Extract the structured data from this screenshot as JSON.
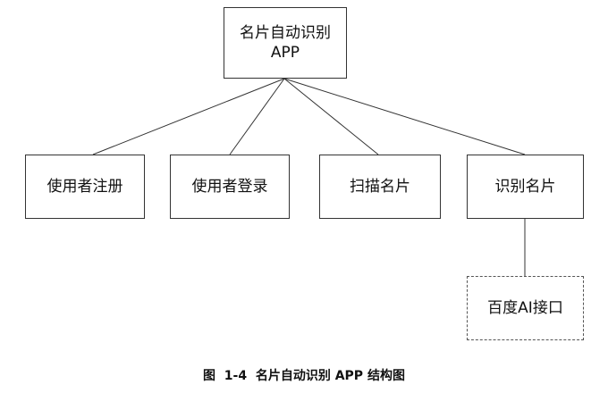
{
  "diagram": {
    "root": {
      "line1": "名片自动识别",
      "line2": "APP"
    },
    "children": [
      "使用者注册",
      "使用者登录",
      "扫描名片",
      "识别名片"
    ],
    "sub_child": "百度AI接口",
    "caption": "图  1-4  名片自动识别 APP 结构图",
    "colors": {
      "line": "#333333",
      "box_border": "#333333",
      "dashed_border": "#555555"
    }
  }
}
